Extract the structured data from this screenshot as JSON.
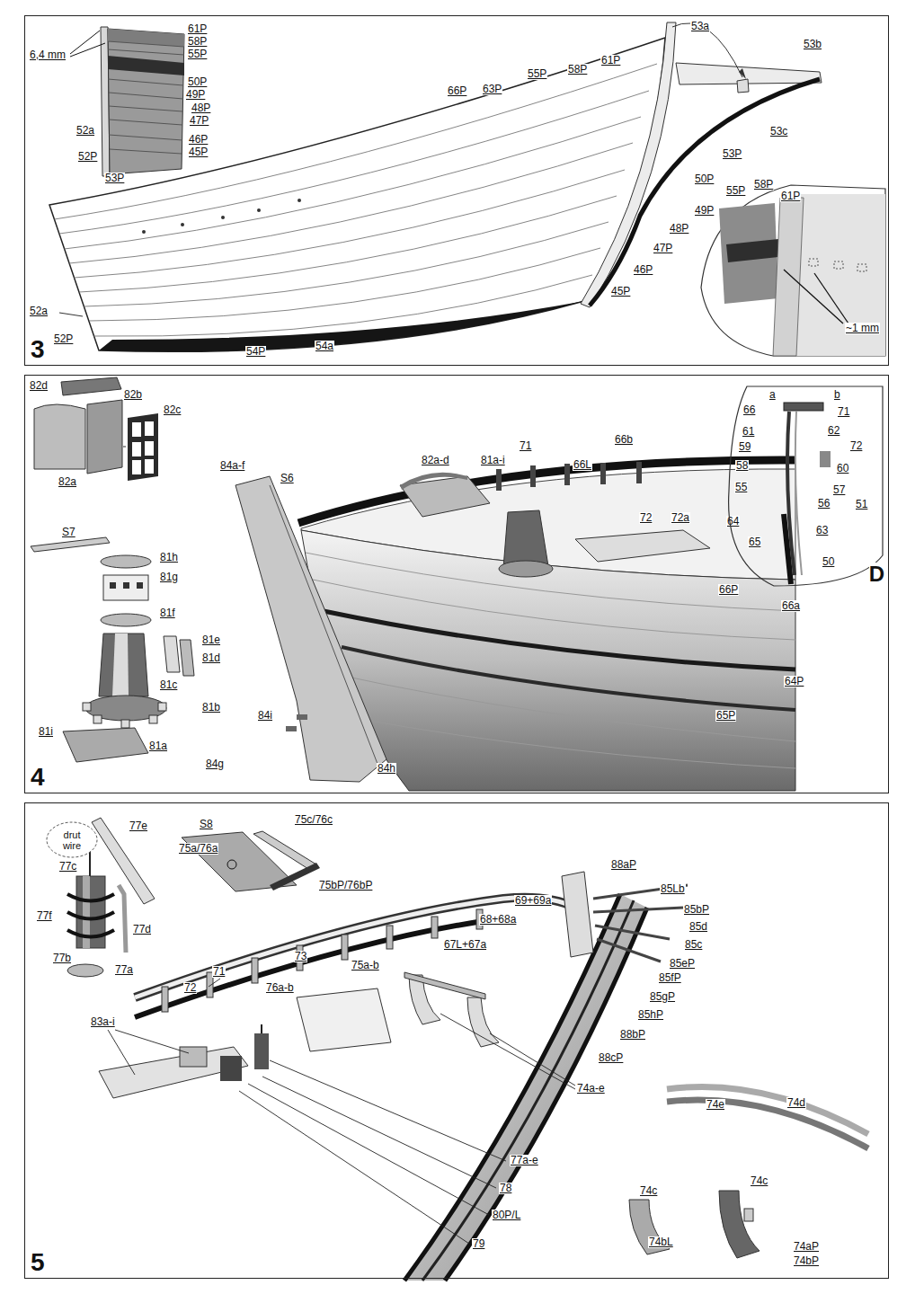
{
  "diagram": {
    "nodes": [
      {
        "text": [
          "3"
        ]
      },
      {
        "text": [
          "4"
        ]
      },
      {
        "text": [
          "D"
        ],
        "in": 1
      },
      {
        "text": [
          "5"
        ]
      },
      {
        "text": [
          "drut wire"
        ],
        "in": 3
      }
    ],
    "labels": [
      "6,4 mm",
      "61P",
      "58P",
      "55P",
      "50P",
      "49P",
      "48P",
      "47P",
      "46P",
      "45P",
      "52a",
      "52P",
      "53P",
      "53a",
      "53b",
      "66P",
      "63P",
      "55P",
      "58P",
      "61P",
      "53c",
      "53P",
      "50P",
      "55P",
      "58P",
      "61P",
      "49P",
      "48P",
      "47P",
      "46P",
      "45P",
      "~1 mm",
      "52a",
      "52P",
      "54P",
      "54a",
      "82d",
      "82b",
      "82c",
      "82a",
      "84a-f",
      "S6",
      "82a-d",
      "81a-i",
      "71",
      "66L",
      "66b",
      "72",
      "72a",
      "a",
      "b",
      "66",
      "71",
      "61",
      "62",
      "72",
      "59",
      "60",
      "58",
      "57",
      "55",
      "56",
      "51",
      "64",
      "63",
      "65",
      "50",
      "66P",
      "66a",
      "64P",
      "65P",
      "S7",
      "81h",
      "81g",
      "81f",
      "81e",
      "81d",
      "81c",
      "81b",
      "81i",
      "81a",
      "84i",
      "84g",
      "84h",
      "77e",
      "S8",
      "75c/76c",
      "75a/76a",
      "75bP/76bP",
      "77c",
      "77f",
      "77d",
      "77b",
      "77a",
      "88aP",
      "85Lb",
      "69+69a",
      "85bP",
      "68+68a",
      "85d",
      "67L+67a",
      "85c",
      "85eP",
      "73",
      "75a-b",
      "71",
      "76a-b",
      "72",
      "85fP",
      "85gP",
      "85hP",
      "88bP",
      "88cP",
      "83a-i",
      "74a-e",
      "74e",
      "74d",
      "74c",
      "74c",
      "77a-e",
      "78",
      "74bL",
      "80P/L",
      "74aP",
      "74bP",
      "79"
    ]
  }
}
